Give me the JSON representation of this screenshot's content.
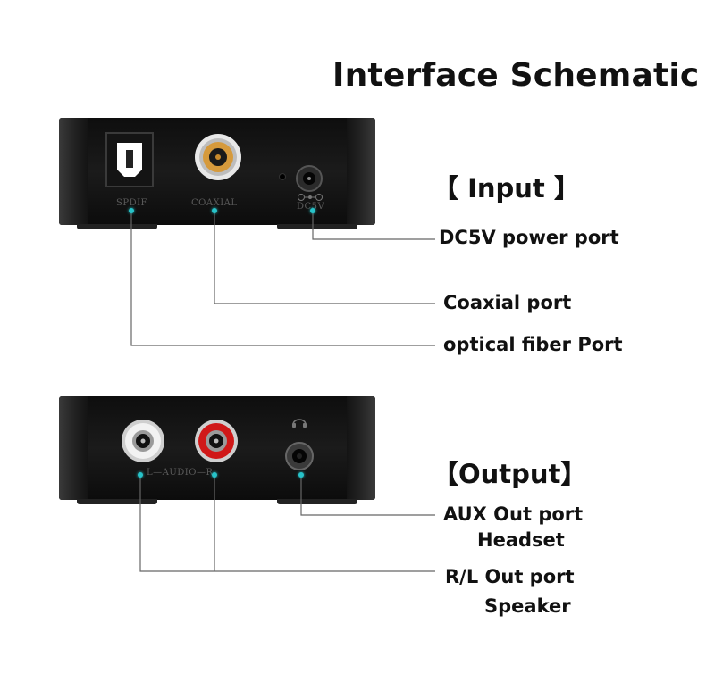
{
  "title": "Interface Schematic",
  "input": {
    "heading": "【 Input 】",
    "port_labels": {
      "spdif": "SPDIF",
      "coaxial": "COAXIAL",
      "dc": "DC5V"
    },
    "callouts": [
      "DC5V power port",
      "Coaxial port",
      "optical fiber Port"
    ]
  },
  "output": {
    "heading": "【Output】",
    "port_labels": {
      "audio": "L—AUDIO—R"
    },
    "callouts": [
      {
        "line1": "AUX Out port",
        "line2": "Headset"
      },
      {
        "line1": "R/L Out port",
        "line2": "Speaker"
      }
    ]
  },
  "colors": {
    "device": "#151515",
    "accent_dot": "#27c3c9",
    "leader_line": "#666666",
    "rca_red": "#d01818",
    "rca_white": "#f2f2f2",
    "coax_gold": "#d69a3c"
  }
}
